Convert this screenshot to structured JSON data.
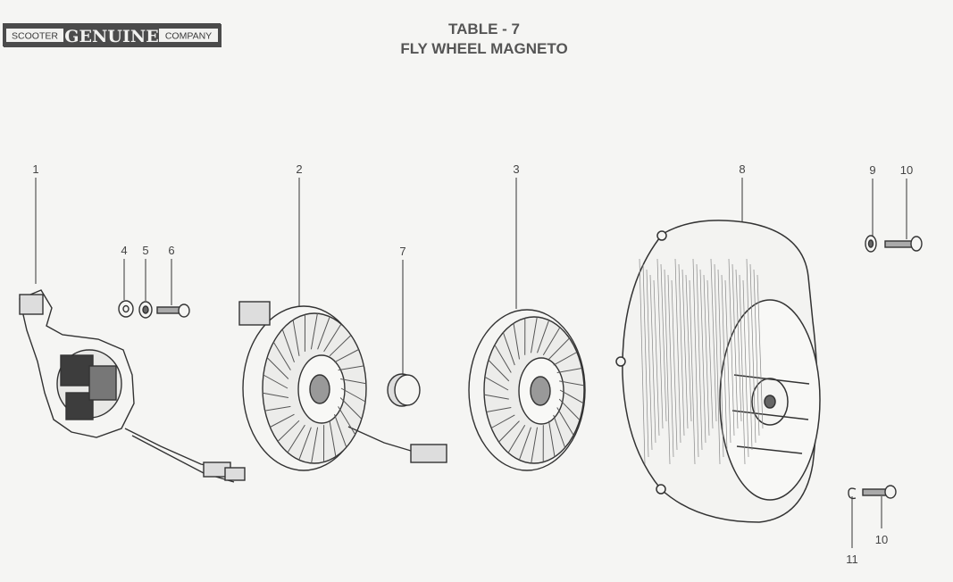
{
  "logo": {
    "left_word": "SCOOTER",
    "center_word": "GENUINE",
    "right_word": "COMPANY"
  },
  "header": {
    "table_label": "TABLE - 7",
    "title": "FLY WHEEL MAGNETO"
  },
  "callouts": [
    "1",
    "2",
    "3",
    "4",
    "5",
    "6",
    "7",
    "8",
    "9",
    "10",
    "10",
    "11"
  ]
}
